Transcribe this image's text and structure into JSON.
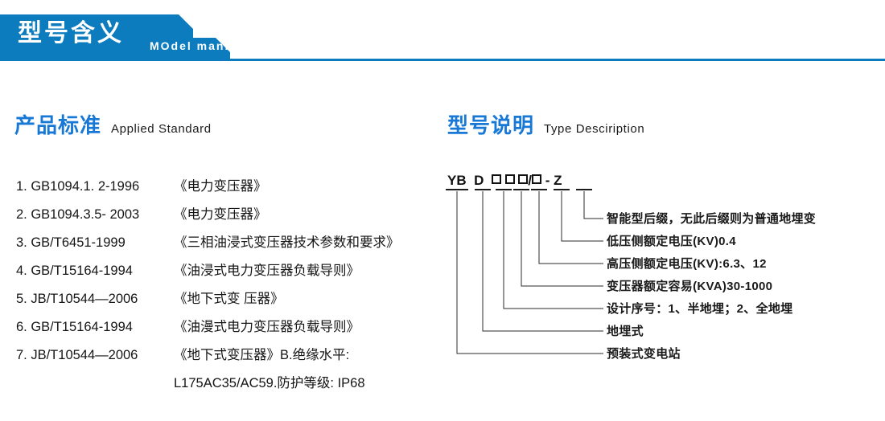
{
  "banner": {
    "title": "型号含义",
    "subtitle": "MOdel maning",
    "color": "#0c7cbe"
  },
  "sections": {
    "standard": {
      "cn": "产品标准",
      "en": "Applied Standard"
    },
    "type": {
      "cn": "型号说明",
      "en": "Type Desciription"
    }
  },
  "standards": [
    {
      "code": "1. GB1094.1. 2-1996",
      "name": "《电力变压器》"
    },
    {
      "code": "2. GB1094.3.5- 2003",
      "name": "《电力变压器》"
    },
    {
      "code": "3. GB/T6451-1999",
      "name": "《三相油浸式变压器技术参数和要求》"
    },
    {
      "code": "4. GB/T15164-1994",
      "name": "《油浸式电力变压器负载导则》"
    },
    {
      "code": "5. JB/T10544—2006",
      "name": "《地下式变 压器》"
    },
    {
      "code": "6. GB/T15164-1994",
      "name": "《油漫式电力变压器负载导则》"
    },
    {
      "code": "7. JB/T10544—2006",
      "name": "《地下式变压器》B.绝缘水平:"
    }
  ],
  "standards_continuation": "L175AC35/AC59.防护等级: IP68",
  "model_code": {
    "parts": [
      "YB",
      "D",
      "□",
      "□",
      "□",
      "/",
      "□",
      "-",
      "Z"
    ],
    "display": "YB D □□□/□ - Z"
  },
  "descriptions": [
    {
      "key": "Z",
      "text": "智能型后缀，无此后缀则为普通地埋变"
    },
    {
      "key": "LV",
      "text": "低压侧额定电压(KV)0.4"
    },
    {
      "key": "HV",
      "text": "高压侧额定电压(KV):6.3、12"
    },
    {
      "key": "KVA",
      "text": "变压器额定容易(KVA)30-1000"
    },
    {
      "key": "SERIES",
      "text": "设计序号：1、半地埋；2、全地埋"
    },
    {
      "key": "D",
      "text": "地埋式"
    },
    {
      "key": "YB",
      "text": "预装式变电站"
    }
  ]
}
